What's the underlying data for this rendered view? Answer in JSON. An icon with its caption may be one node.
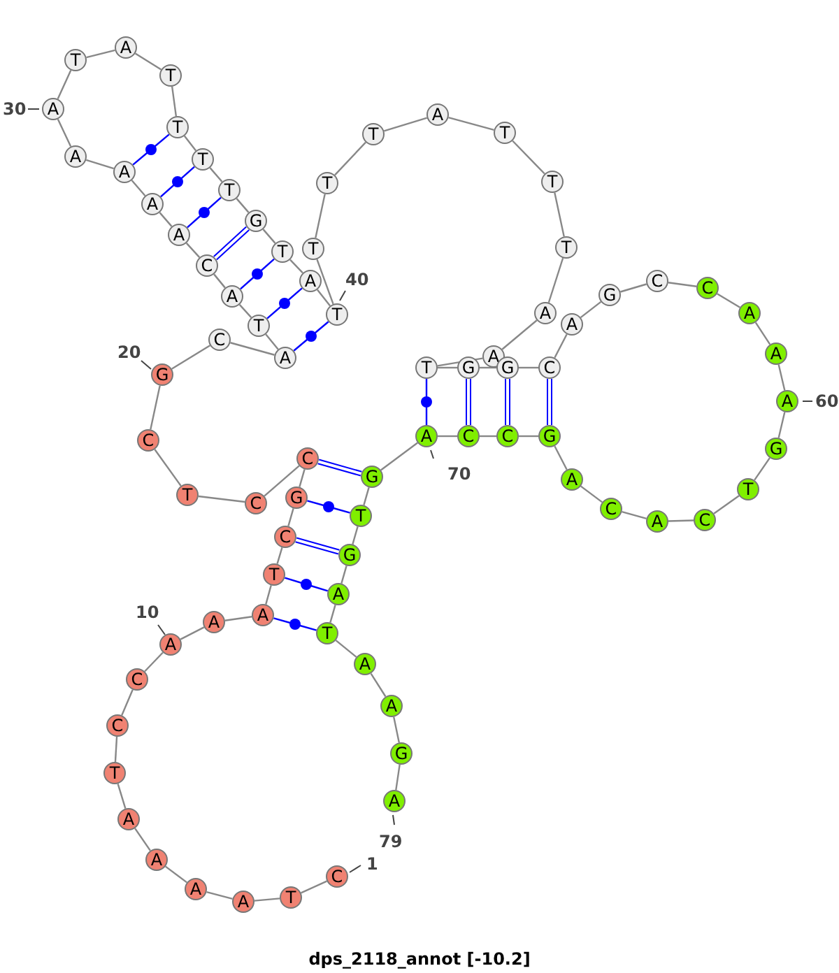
{
  "diagram": {
    "caption": "dps_2118_annot [-10.2]",
    "nodes": [
      {
        "text": [
          "C"
        ],
        "beside": [
          "1"
        ]
      },
      {
        "text": [
          "T"
        ]
      },
      {
        "text": [
          "A"
        ]
      },
      {
        "text": [
          "A"
        ]
      },
      {
        "text": [
          "A"
        ]
      },
      {
        "text": [
          "A"
        ]
      },
      {
        "text": [
          "T"
        ]
      },
      {
        "text": [
          "C"
        ]
      },
      {
        "text": [
          "C"
        ]
      },
      {
        "text": [
          "A"
        ],
        "beside": [
          "10"
        ]
      },
      {
        "text": [
          "A"
        ]
      },
      {
        "text": [
          "A"
        ]
      },
      {
        "text": [
          "T"
        ]
      },
      {
        "text": [
          "C"
        ]
      },
      {
        "text": [
          "G"
        ]
      },
      {
        "text": [
          "C"
        ]
      },
      {
        "text": [
          "C"
        ]
      },
      {
        "text": [
          "T"
        ]
      },
      {
        "text": [
          "C"
        ]
      },
      {
        "text": [
          "G"
        ],
        "beside": [
          "20"
        ]
      },
      {
        "text": [
          "C"
        ]
      },
      {
        "text": [
          "A"
        ]
      },
      {
        "text": [
          "T"
        ]
      },
      {
        "text": [
          "A"
        ]
      },
      {
        "text": [
          "C"
        ]
      },
      {
        "text": [
          "A"
        ]
      },
      {
        "text": [
          "A"
        ]
      },
      {
        "text": [
          "A"
        ]
      },
      {
        "text": [
          "A"
        ]
      },
      {
        "text": [
          "A"
        ],
        "beside": [
          "30"
        ]
      },
      {
        "text": [
          "T"
        ]
      },
      {
        "text": [
          "A"
        ]
      },
      {
        "text": [
          "T"
        ]
      },
      {
        "text": [
          "T"
        ]
      },
      {
        "text": [
          "T"
        ]
      },
      {
        "text": [
          "T"
        ]
      },
      {
        "text": [
          "G"
        ]
      },
      {
        "text": [
          "T"
        ]
      },
      {
        "text": [
          "A"
        ]
      },
      {
        "text": [
          "T"
        ],
        "beside": [
          "40"
        ]
      },
      {
        "text": [
          "T"
        ]
      },
      {
        "text": [
          "T"
        ]
      },
      {
        "text": [
          "T"
        ]
      },
      {
        "text": [
          "A"
        ]
      },
      {
        "text": [
          "T"
        ]
      },
      {
        "text": [
          "T"
        ]
      },
      {
        "text": [
          "T"
        ]
      },
      {
        "text": [
          "A"
        ]
      },
      {
        "text": [
          "A"
        ]
      },
      {
        "text": [
          "T"
        ]
      },
      {
        "text": [
          "G"
        ]
      },
      {
        "text": [
          "G"
        ]
      },
      {
        "text": [
          "C"
        ]
      },
      {
        "text": [
          "A"
        ]
      },
      {
        "text": [
          "G"
        ]
      },
      {
        "text": [
          "C"
        ]
      },
      {
        "text": [
          "C"
        ]
      },
      {
        "text": [
          "A"
        ]
      },
      {
        "text": [
          "A"
        ]
      },
      {
        "text": [
          "A"
        ],
        "beside": [
          "60"
        ]
      },
      {
        "text": [
          "G"
        ]
      },
      {
        "text": [
          "T"
        ]
      },
      {
        "text": [
          "C"
        ]
      },
      {
        "text": [
          "A"
        ]
      },
      {
        "text": [
          "C"
        ]
      },
      {
        "text": [
          "A"
        ]
      },
      {
        "text": [
          "G"
        ]
      },
      {
        "text": [
          "C"
        ]
      },
      {
        "text": [
          "C"
        ]
      },
      {
        "text": [
          "A"
        ],
        "beside": [
          "70"
        ]
      },
      {
        "text": [
          "G"
        ]
      },
      {
        "text": [
          "T"
        ]
      },
      {
        "text": [
          "G"
        ]
      },
      {
        "text": [
          "A"
        ]
      },
      {
        "text": [
          "T"
        ]
      },
      {
        "text": [
          "A"
        ]
      },
      {
        "text": [
          "A"
        ]
      },
      {
        "text": [
          "G"
        ]
      },
      {
        "text": [
          "A"
        ],
        "beside": [
          "79"
        ]
      }
    ],
    "edges": [
      {
        "from": 0,
        "to": 1,
        "arrow": "none"
      },
      {
        "from": 1,
        "to": 2,
        "arrow": "none"
      },
      {
        "from": 2,
        "to": 3,
        "arrow": "none"
      },
      {
        "from": 3,
        "to": 4,
        "arrow": "none"
      },
      {
        "from": 4,
        "to": 5,
        "arrow": "none"
      },
      {
        "from": 5,
        "to": 6,
        "arrow": "none"
      },
      {
        "from": 6,
        "to": 7,
        "arrow": "none"
      },
      {
        "from": 7,
        "to": 8,
        "arrow": "none"
      },
      {
        "from": 8,
        "to": 9,
        "arrow": "none"
      },
      {
        "from": 9,
        "to": 10,
        "arrow": "none"
      },
      {
        "from": 10,
        "to": 11,
        "arrow": "none"
      },
      {
        "from": 11,
        "to": 12,
        "arrow": "none"
      },
      {
        "from": 12,
        "to": 13,
        "arrow": "none"
      },
      {
        "from": 13,
        "to": 14,
        "arrow": "none"
      },
      {
        "from": 14,
        "to": 15,
        "arrow": "none"
      },
      {
        "from": 15,
        "to": 16,
        "arrow": "none"
      },
      {
        "from": 16,
        "to": 17,
        "arrow": "none"
      },
      {
        "from": 17,
        "to": 18,
        "arrow": "none"
      },
      {
        "from": 18,
        "to": 19,
        "arrow": "none"
      },
      {
        "from": 19,
        "to": 20,
        "arrow": "none"
      },
      {
        "from": 20,
        "to": 21,
        "arrow": "none"
      },
      {
        "from": 21,
        "to": 22,
        "arrow": "none"
      },
      {
        "from": 22,
        "to": 23,
        "arrow": "none"
      },
      {
        "from": 23,
        "to": 24,
        "arrow": "none"
      },
      {
        "from": 24,
        "to": 25,
        "arrow": "none"
      },
      {
        "from": 25,
        "to": 26,
        "arrow": "none"
      },
      {
        "from": 26,
        "to": 27,
        "arrow": "none"
      },
      {
        "from": 27,
        "to": 28,
        "arrow": "none"
      },
      {
        "from": 28,
        "to": 29,
        "arrow": "none"
      },
      {
        "from": 29,
        "to": 30,
        "arrow": "none"
      },
      {
        "from": 30,
        "to": 31,
        "arrow": "none"
      },
      {
        "from": 31,
        "to": 32,
        "arrow": "none"
      },
      {
        "from": 32,
        "to": 33,
        "arrow": "none"
      },
      {
        "from": 33,
        "to": 34,
        "arrow": "none"
      },
      {
        "from": 34,
        "to": 35,
        "arrow": "none"
      },
      {
        "from": 35,
        "to": 36,
        "arrow": "none"
      },
      {
        "from": 36,
        "to": 37,
        "arrow": "none"
      },
      {
        "from": 37,
        "to": 38,
        "arrow": "none"
      },
      {
        "from": 38,
        "to": 39,
        "arrow": "none"
      },
      {
        "from": 39,
        "to": 40,
        "arrow": "none"
      },
      {
        "from": 40,
        "to": 41,
        "arrow": "none"
      },
      {
        "from": 41,
        "to": 42,
        "arrow": "none"
      },
      {
        "from": 42,
        "to": 43,
        "arrow": "none"
      },
      {
        "from": 43,
        "to": 44,
        "arrow": "none"
      },
      {
        "from": 44,
        "to": 45,
        "arrow": "none"
      },
      {
        "from": 45,
        "to": 46,
        "arrow": "none"
      },
      {
        "from": 46,
        "to": 47,
        "arrow": "none"
      },
      {
        "from": 47,
        "to": 48,
        "arrow": "none"
      },
      {
        "from": 48,
        "to": 49,
        "arrow": "none"
      },
      {
        "from": 49,
        "to": 50,
        "arrow": "none"
      },
      {
        "from": 50,
        "to": 51,
        "arrow": "none"
      },
      {
        "from": 51,
        "to": 52,
        "arrow": "none"
      },
      {
        "from": 52,
        "to": 53,
        "arrow": "none"
      },
      {
        "from": 53,
        "to": 54,
        "arrow": "none"
      },
      {
        "from": 54,
        "to": 55,
        "arrow": "none"
      },
      {
        "from": 55,
        "to": 56,
        "arrow": "none"
      },
      {
        "from": 56,
        "to": 57,
        "arrow": "none"
      },
      {
        "from": 57,
        "to": 58,
        "arrow": "none"
      },
      {
        "from": 58,
        "to": 59,
        "arrow": "none"
      },
      {
        "from": 59,
        "to": 60,
        "arrow": "none"
      },
      {
        "from": 60,
        "to": 61,
        "arrow": "none"
      },
      {
        "from": 61,
        "to": 62,
        "arrow": "none"
      },
      {
        "from": 62,
        "to": 63,
        "arrow": "none"
      },
      {
        "from": 63,
        "to": 64,
        "arrow": "none"
      },
      {
        "from": 64,
        "to": 65,
        "arrow": "none"
      },
      {
        "from": 65,
        "to": 66,
        "arrow": "none"
      },
      {
        "from": 66,
        "to": 67,
        "arrow": "none"
      },
      {
        "from": 67,
        "to": 68,
        "arrow": "none"
      },
      {
        "from": 68,
        "to": 69,
        "arrow": "none"
      },
      {
        "from": 69,
        "to": 70,
        "arrow": "none"
      },
      {
        "from": 70,
        "to": 71,
        "arrow": "none"
      },
      {
        "from": 71,
        "to": 72,
        "arrow": "none"
      },
      {
        "from": 72,
        "to": 73,
        "arrow": "none"
      },
      {
        "from": 73,
        "to": 74,
        "arrow": "none"
      },
      {
        "from": 74,
        "to": 75,
        "arrow": "none"
      },
      {
        "from": 75,
        "to": 76,
        "arrow": "none"
      },
      {
        "from": 76,
        "to": 77,
        "arrow": "none"
      },
      {
        "from": 77,
        "to": 78,
        "arrow": "none"
      },
      {
        "from": 27,
        "to": 33,
        "arrow": "none",
        "color": "#0000ff"
      },
      {
        "from": 26,
        "to": 34,
        "arrow": "none",
        "color": "#0000ff"
      },
      {
        "from": 25,
        "to": 35,
        "arrow": "none",
        "color": "#0000ff"
      },
      {
        "from": 24,
        "to": 36,
        "arrow": "none",
        "color": "#0000ff"
      },
      {
        "from": 23,
        "to": 37,
        "arrow": "none",
        "color": "#0000ff"
      },
      {
        "from": 22,
        "to": 38,
        "arrow": "none",
        "color": "#0000ff"
      },
      {
        "from": 21,
        "to": 39,
        "arrow": "none",
        "color": "#0000ff"
      },
      {
        "from": 11,
        "to": 74,
        "arrow": "none",
        "color": "#0000ff"
      },
      {
        "from": 12,
        "to": 73,
        "arrow": "none",
        "color": "#0000ff"
      },
      {
        "from": 13,
        "to": 72,
        "arrow": "none",
        "color": "#0000ff"
      },
      {
        "from": 14,
        "to": 71,
        "arrow": "none",
        "color": "#0000ff"
      },
      {
        "from": 15,
        "to": 70,
        "arrow": "none",
        "color": "#0000ff"
      },
      {
        "from": 49,
        "to": 69,
        "arrow": "none",
        "color": "#0000ff"
      },
      {
        "from": 50,
        "to": 68,
        "arrow": "none",
        "color": "#0000ff"
      },
      {
        "from": 51,
        "to": 67,
        "arrow": "none",
        "color": "#0000ff"
      },
      {
        "from": 52,
        "to": 66,
        "arrow": "none",
        "color": "#0000ff"
      }
    ],
    "labels": []
  }
}
